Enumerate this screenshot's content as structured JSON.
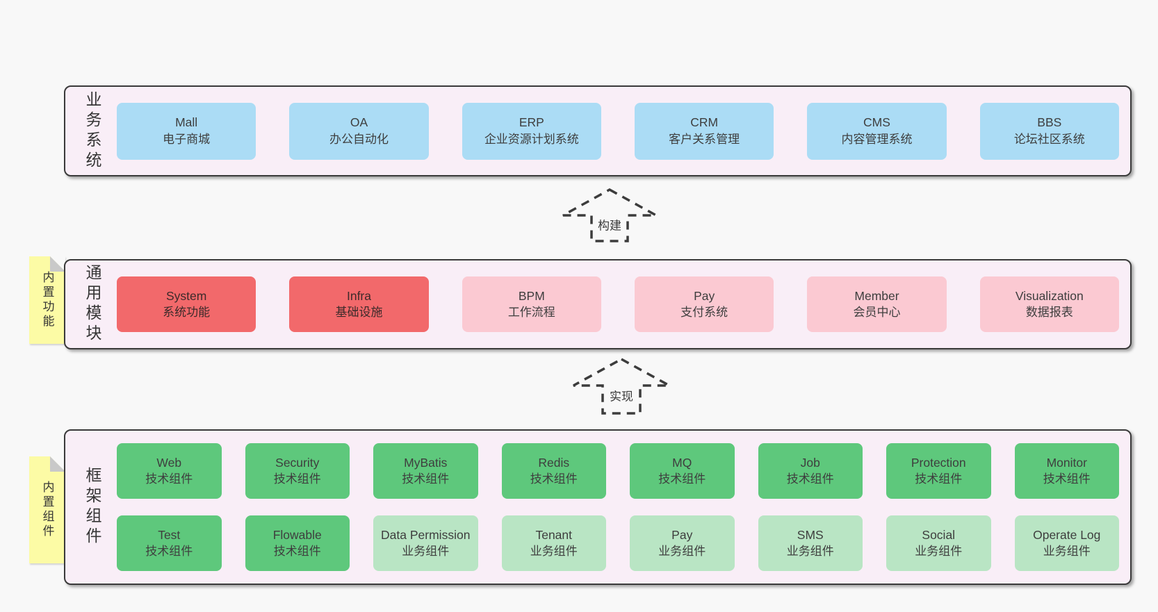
{
  "palette": {
    "page_bg": "#f8f8f8",
    "panel_bg": "#f9eef7",
    "panel_border": "#3a3a3a",
    "blue_box": "#abdcf5",
    "red_box": "#f2696b",
    "pink_box": "#fbc9d2",
    "green_dark_box": "#5ec87c",
    "green_light_box": "#b9e5c4",
    "note_yellow": "#fcfba5",
    "note_fold_gray": "#c9c9c9",
    "text": "#3e3e3e",
    "arrow": "#3c3c3c"
  },
  "sections": {
    "business": {
      "label": "业务系统",
      "boxes": [
        {
          "name": "Mall",
          "desc": "电子商城"
        },
        {
          "name": "OA",
          "desc": "办公自动化"
        },
        {
          "name": "ERP",
          "desc": "企业资源计划系统"
        },
        {
          "name": "CRM",
          "desc": "客户关系管理"
        },
        {
          "name": "CMS",
          "desc": "内容管理系统"
        },
        {
          "name": "BBS",
          "desc": "论坛社区系统"
        }
      ]
    },
    "modules": {
      "label": "通用模块",
      "note": "内置功能",
      "boxes": [
        {
          "name": "System",
          "desc": "系统功能",
          "variant": "red"
        },
        {
          "name": "Infra",
          "desc": "基础设施",
          "variant": "red"
        },
        {
          "name": "BPM",
          "desc": "工作流程",
          "variant": "pink"
        },
        {
          "name": "Pay",
          "desc": "支付系统",
          "variant": "pink"
        },
        {
          "name": "Member",
          "desc": "会员中心",
          "variant": "pink"
        },
        {
          "name": "Visualization",
          "desc": "数据报表",
          "variant": "pink"
        }
      ]
    },
    "components": {
      "label": "框架组件",
      "note": "内置组件",
      "row1": [
        {
          "name": "Web",
          "desc": "技术组件",
          "variant": "green-dark"
        },
        {
          "name": "Security",
          "desc": "技术组件",
          "variant": "green-dark"
        },
        {
          "name": "MyBatis",
          "desc": "技术组件",
          "variant": "green-dark"
        },
        {
          "name": "Redis",
          "desc": "技术组件",
          "variant": "green-dark"
        },
        {
          "name": "MQ",
          "desc": "技术组件",
          "variant": "green-dark"
        },
        {
          "name": "Job",
          "desc": "技术组件",
          "variant": "green-dark"
        },
        {
          "name": "Protection",
          "desc": "技术组件",
          "variant": "green-dark"
        },
        {
          "name": "Monitor",
          "desc": "技术组件",
          "variant": "green-dark"
        }
      ],
      "row2": [
        {
          "name": "Test",
          "desc": "技术组件",
          "variant": "green-dark"
        },
        {
          "name": "Flowable",
          "desc": "技术组件",
          "variant": "green-dark"
        },
        {
          "name": "Data Permission",
          "desc": "业务组件",
          "variant": "green-light"
        },
        {
          "name": "Tenant",
          "desc": "业务组件",
          "variant": "green-light"
        },
        {
          "name": "Pay",
          "desc": "业务组件",
          "variant": "green-light"
        },
        {
          "name": "SMS",
          "desc": "业务组件",
          "variant": "green-light"
        },
        {
          "name": "Social",
          "desc": "业务组件",
          "variant": "green-light"
        },
        {
          "name": "Operate Log",
          "desc": "业务组件",
          "variant": "green-light"
        }
      ]
    }
  },
  "arrows": [
    {
      "label": "构建"
    },
    {
      "label": "实现"
    }
  ]
}
